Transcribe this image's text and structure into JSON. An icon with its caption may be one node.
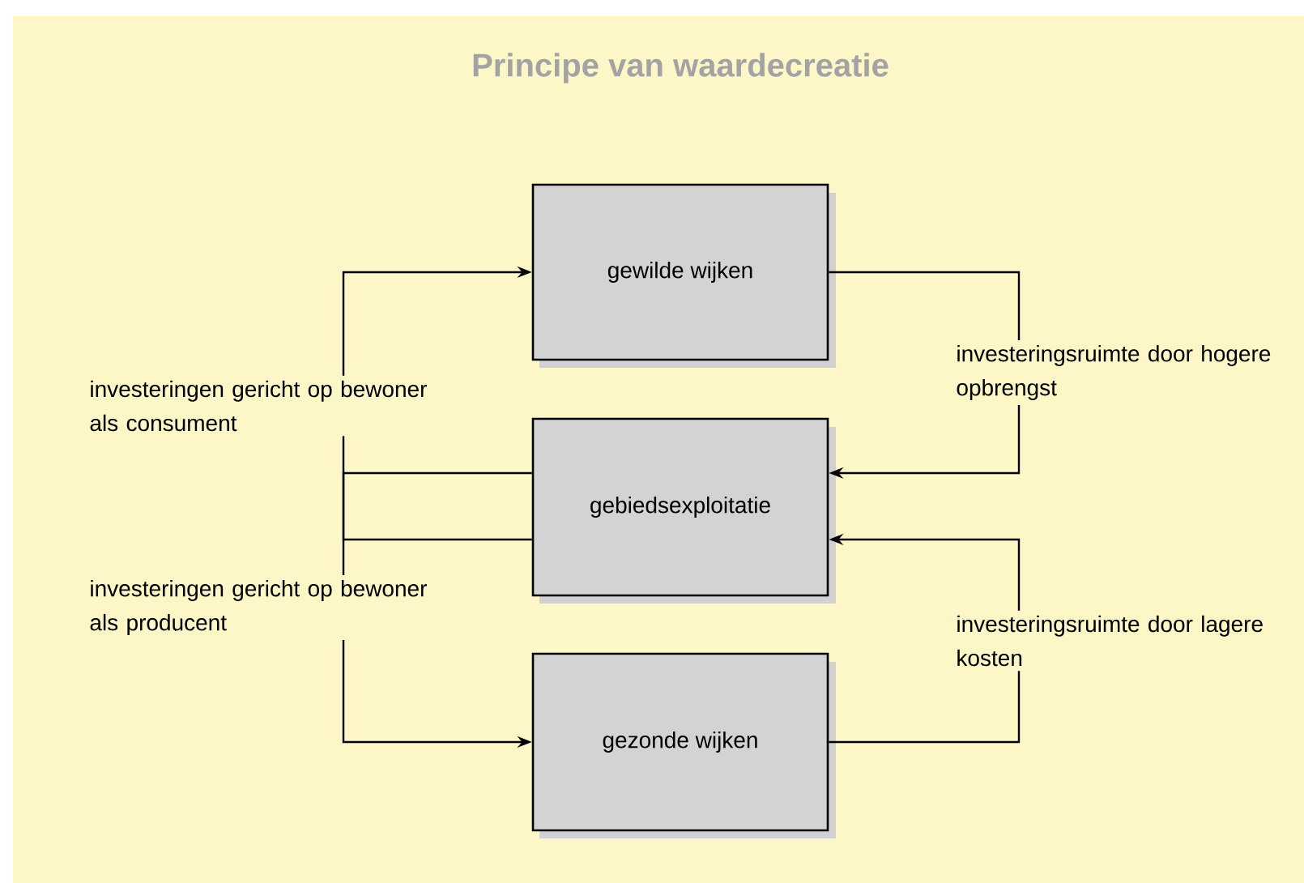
{
  "diagram": {
    "title": "Principe van waardecreatie",
    "nodes": [
      {
        "text": [
          "gewilde wijken"
        ]
      },
      {
        "text": [
          "gebiedsexploitatie"
        ]
      },
      {
        "text": [
          "gezonde wijken"
        ]
      }
    ],
    "edges": [
      {
        "from": 1,
        "to": 0,
        "arrow": "to",
        "label": "investeringen gericht op bewoner als consument"
      },
      {
        "from": 0,
        "to": 1,
        "arrow": "to",
        "label": "investeringsruimte door hogere opbrengst"
      },
      {
        "from": 1,
        "to": 2,
        "arrow": "to",
        "label": "investeringen gericht op bewoner als producent"
      },
      {
        "from": 2,
        "to": 1,
        "arrow": "to",
        "label": "investeringsruimte door lagere kosten"
      }
    ]
  }
}
